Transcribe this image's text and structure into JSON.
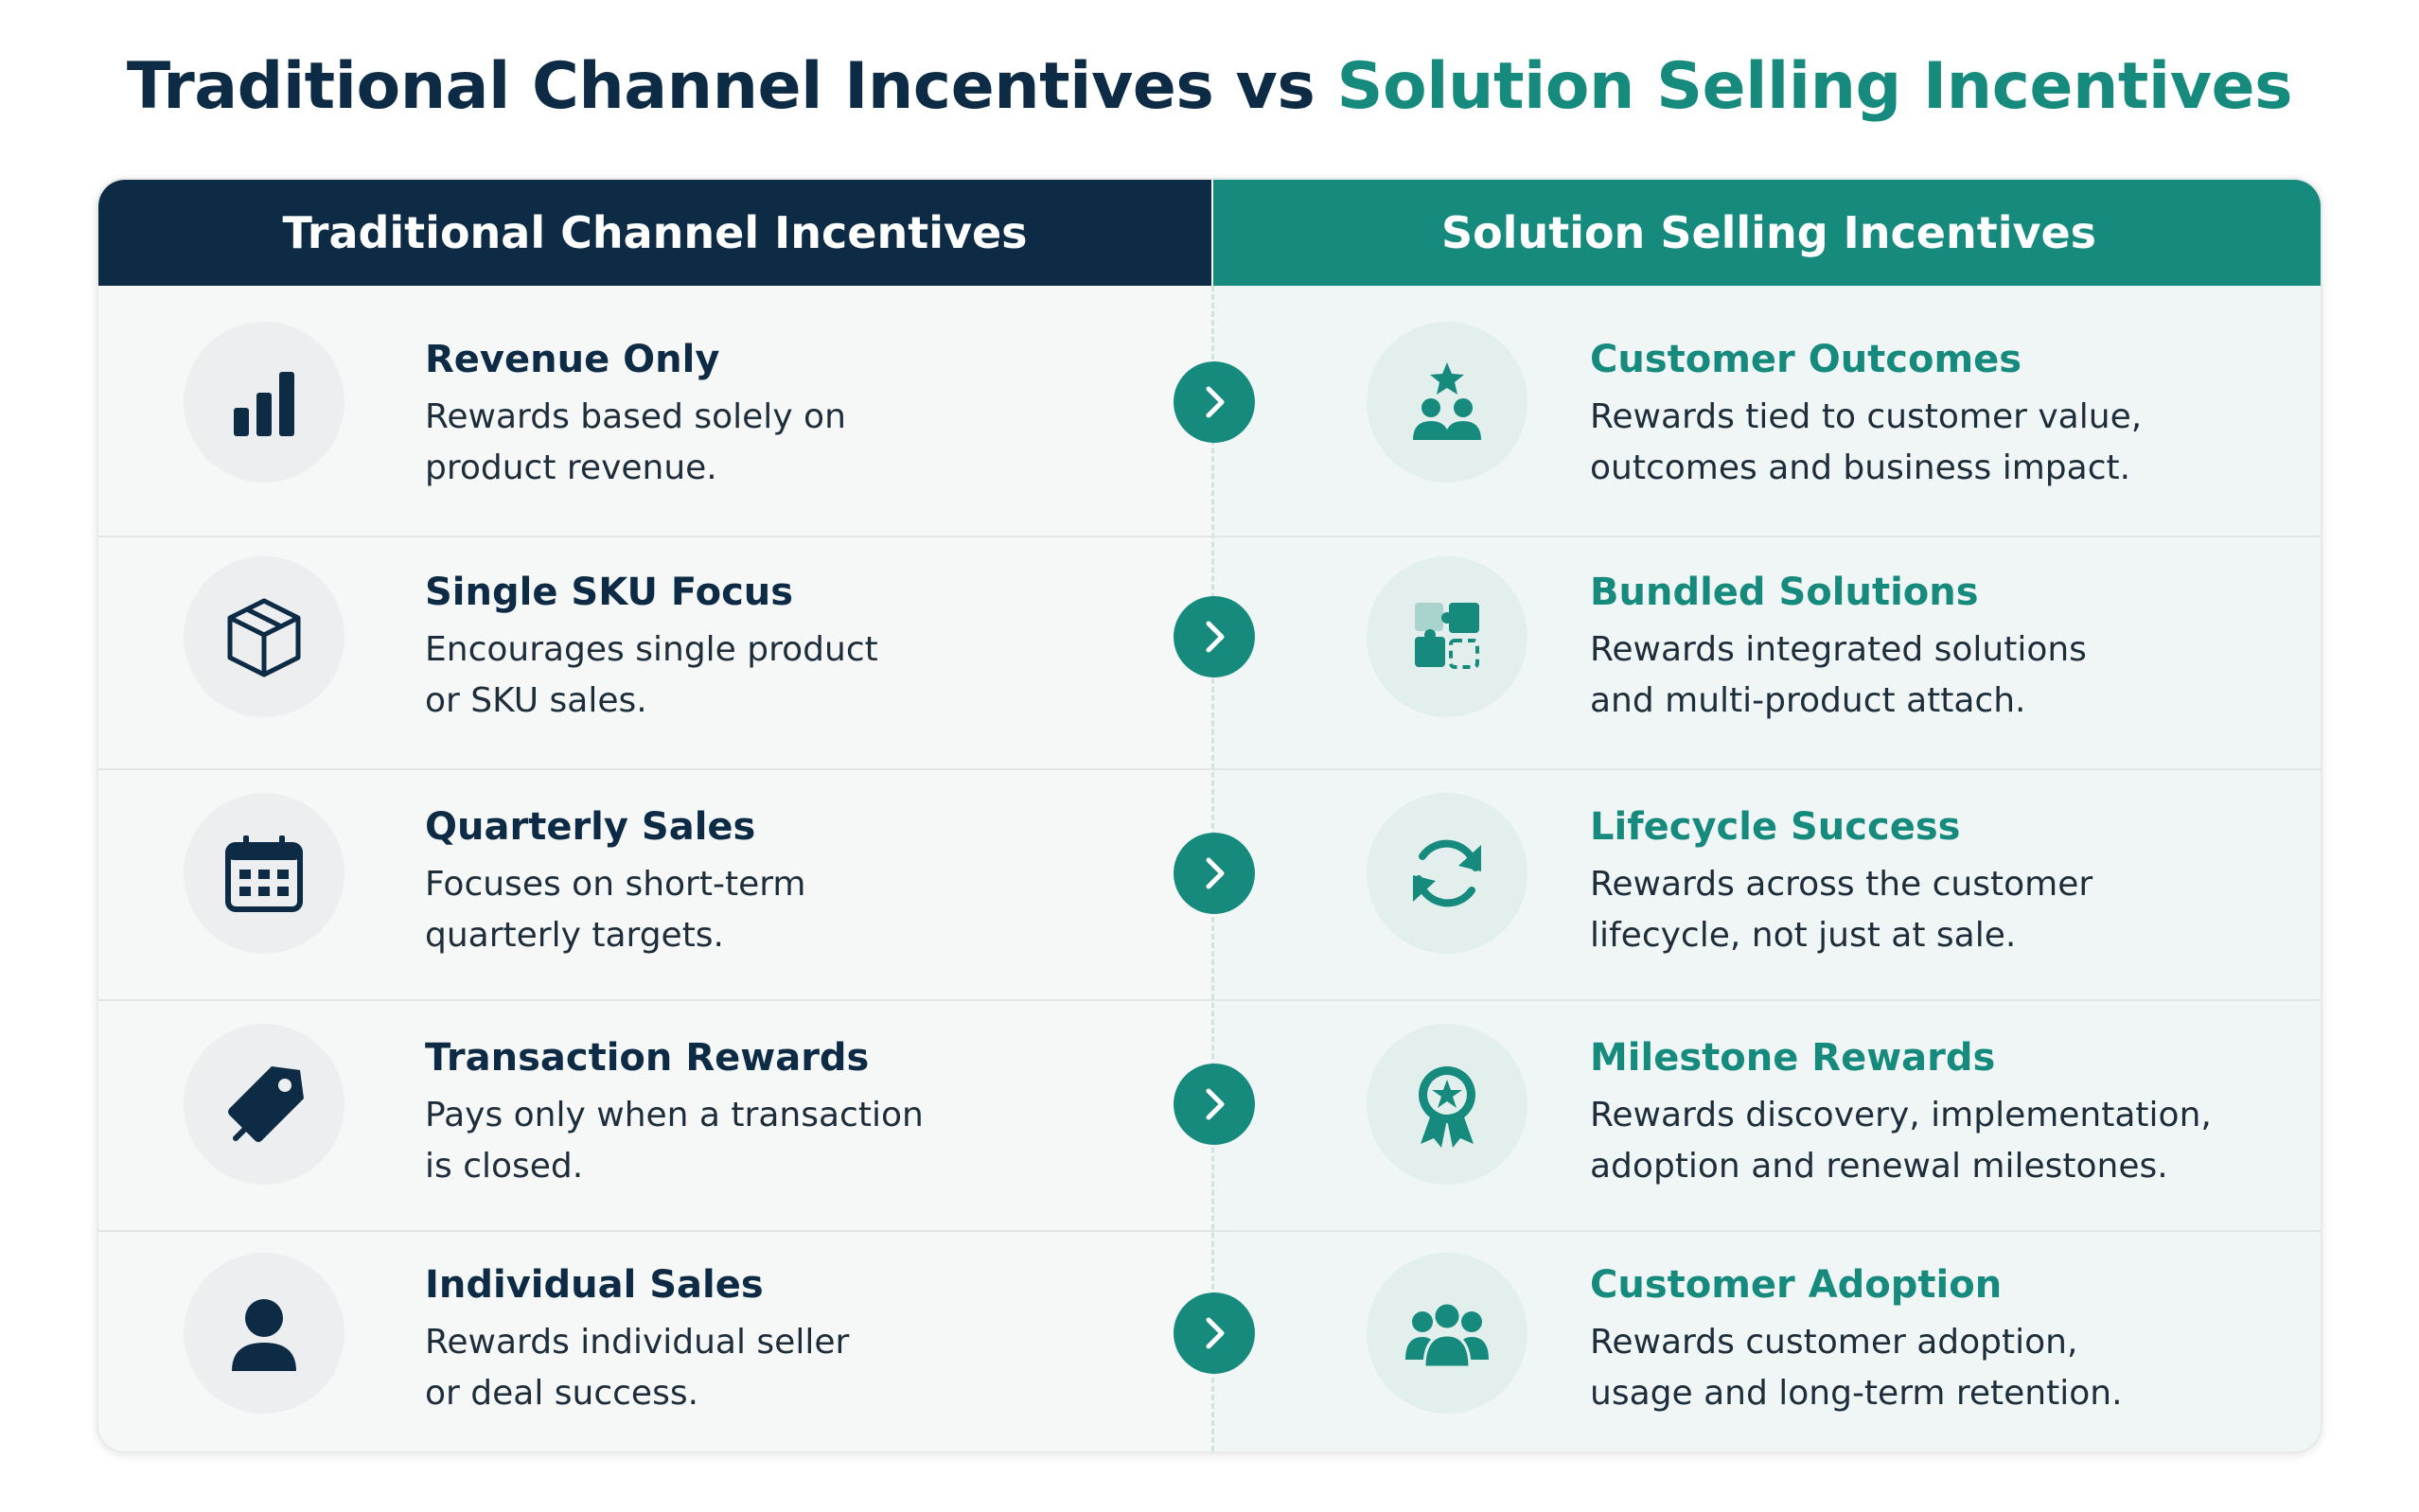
{
  "title": {
    "part_dark": "Traditional Channel Incentives vs",
    "part_teal": "Solution Selling Incentives"
  },
  "headers": {
    "left": "Traditional Channel Incentives",
    "right": "Solution Selling Incentives"
  },
  "colors": {
    "navy": "#0d2b45",
    "teal": "#178a7e"
  },
  "rows": [
    {
      "left": {
        "icon": "bar-chart-icon",
        "title": "Revenue Only",
        "desc1": "Rewards based solely on",
        "desc2": "product revenue."
      },
      "right": {
        "icon": "customer-star-icon",
        "title": "Customer Outcomes",
        "desc1": "Rewards tied to customer value,",
        "desc2": "outcomes and business impact."
      }
    },
    {
      "left": {
        "icon": "box-icon",
        "title": "Single SKU Focus",
        "desc1": "Encourages single product",
        "desc2": "or SKU sales."
      },
      "right": {
        "icon": "puzzle-icon",
        "title": "Bundled Solutions",
        "desc1": "Rewards integrated solutions",
        "desc2": "and multi-product attach."
      }
    },
    {
      "left": {
        "icon": "calendar-icon",
        "title": "Quarterly Sales",
        "desc1": "Focuses on short-term",
        "desc2": "quarterly targets."
      },
      "right": {
        "icon": "refresh-icon",
        "title": "Lifecycle Success",
        "desc1": "Rewards across the customer",
        "desc2": "lifecycle, not just at sale."
      }
    },
    {
      "left": {
        "icon": "tag-icon",
        "title": "Transaction Rewards",
        "desc1": "Pays only when a transaction",
        "desc2": "is closed."
      },
      "right": {
        "icon": "award-badge-icon",
        "title": "Milestone Rewards",
        "desc1": "Rewards discovery, implementation,",
        "desc2": "adoption and renewal milestones."
      }
    },
    {
      "left": {
        "icon": "person-icon",
        "title": "Individual Sales",
        "desc1": "Rewards individual seller",
        "desc2": "or deal success."
      },
      "right": {
        "icon": "group-icon",
        "title": "Customer Adoption",
        "desc1": "Rewards customer adoption,",
        "desc2": "usage and long-term retention."
      }
    }
  ]
}
